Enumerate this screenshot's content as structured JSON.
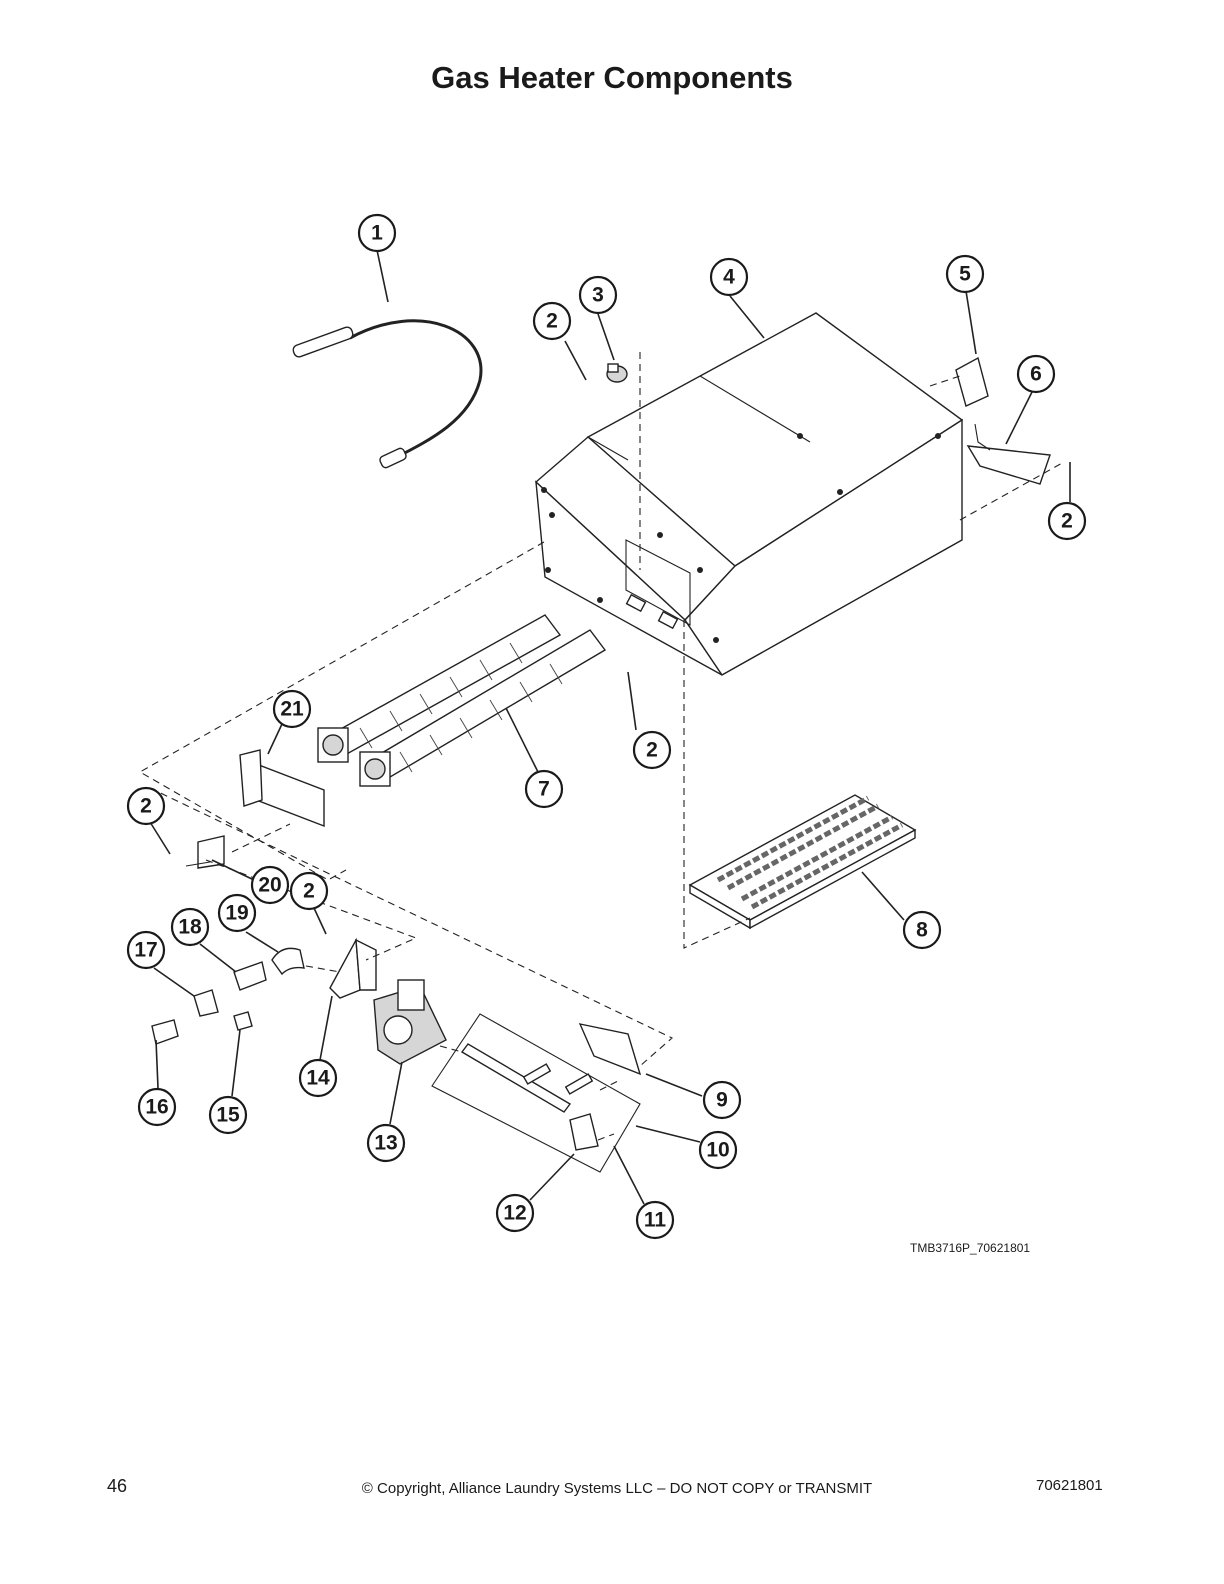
{
  "page": {
    "title": "Gas Heater Components",
    "figure_ref": "TMB3716P_70621801",
    "page_number": "46",
    "copyright": "© Copyright, Alliance Laundry Systems LLC – DO NOT COPY or TRANSMIT",
    "doc_number": "70621801"
  },
  "callouts": [
    {
      "label": "1"
    },
    {
      "label": "2"
    },
    {
      "label": "3"
    },
    {
      "label": "4"
    },
    {
      "label": "5"
    },
    {
      "label": "6"
    },
    {
      "label": "2"
    },
    {
      "label": "2"
    },
    {
      "label": "21"
    },
    {
      "label": "7"
    },
    {
      "label": "2"
    },
    {
      "label": "20"
    },
    {
      "label": "2"
    },
    {
      "label": "19"
    },
    {
      "label": "18"
    },
    {
      "label": "17"
    },
    {
      "label": "14"
    },
    {
      "label": "16"
    },
    {
      "label": "15"
    },
    {
      "label": "13"
    },
    {
      "label": "8"
    },
    {
      "label": "9"
    },
    {
      "label": "10"
    },
    {
      "label": "12"
    },
    {
      "label": "11"
    }
  ]
}
